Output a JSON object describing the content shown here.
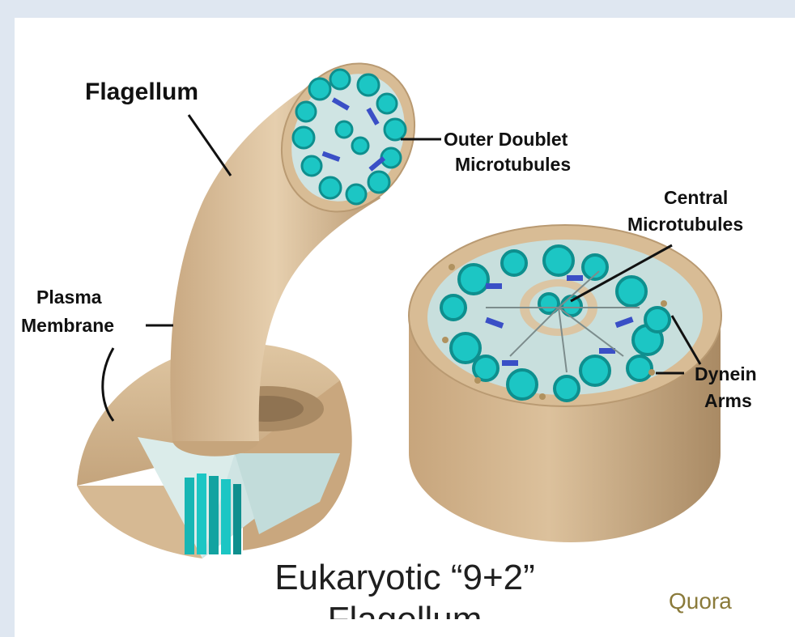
{
  "labels": {
    "flagellum": "Flagellum",
    "outer_doublet_line1": "Outer Doublet",
    "outer_doublet_line2": "Microtubules",
    "central_line1": "Central",
    "central_line2": "Microtubules",
    "plasma_line1": "Plasma",
    "plasma_line2": "Membrane",
    "dynein_line1": "Dynein",
    "dynein_line2": "Arms"
  },
  "caption": {
    "line1": "Eukaryotic “9+2”",
    "line2": "Flagellum"
  },
  "source": "Quora",
  "colors": {
    "membrane": "#d8bc95",
    "membrane_dark": "#b99a72",
    "tubule": "#1cc6c4",
    "tubule_dark": "#0e8f8e",
    "matrix": "#cfe4e3",
    "dynein": "#3a4fc6",
    "frame": "#dfe7f1"
  }
}
